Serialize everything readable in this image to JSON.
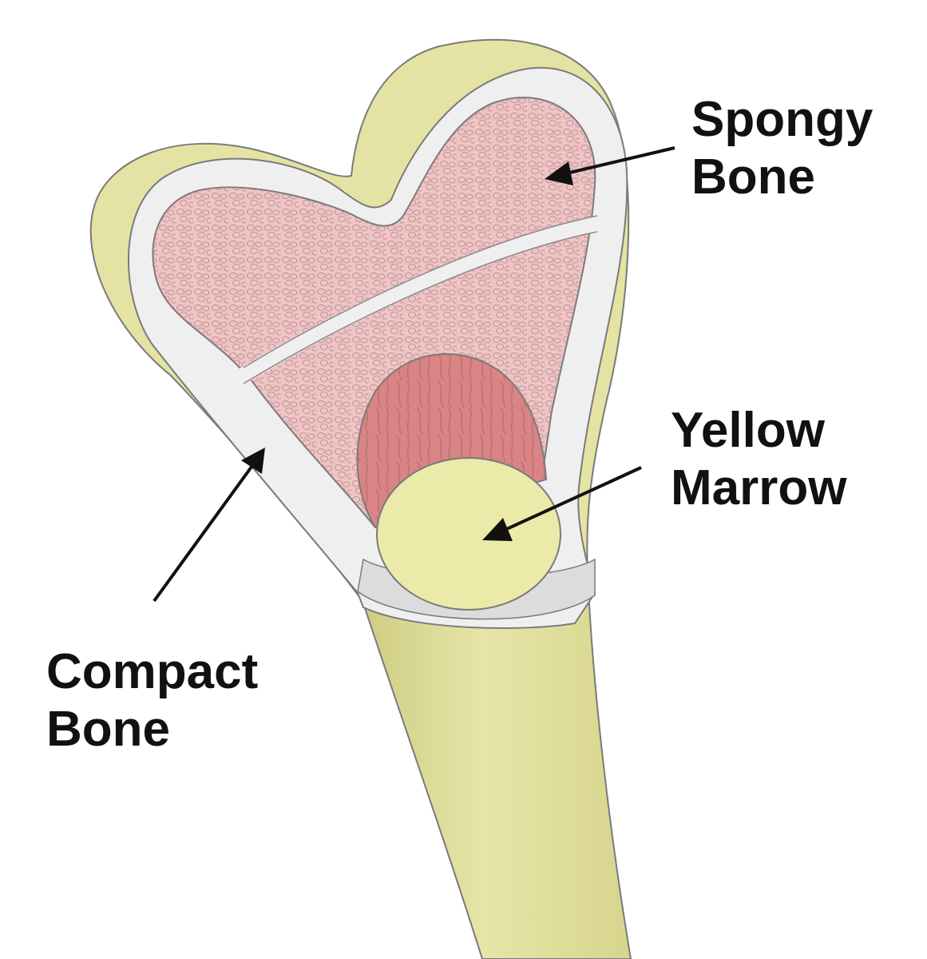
{
  "labels": {
    "spongy_bone": [
      "Spongy",
      "Bone"
    ],
    "yellow_marrow": [
      "Yellow",
      "Marrow"
    ],
    "compact_bone": [
      "Compact",
      "Bone"
    ]
  },
  "colors": {
    "background": "#ffffff",
    "bone_surface": "#e4e3a3",
    "bone_shadow": "#cfcd82",
    "compact_bone": "#efefef",
    "spongy_bone": "#f1c4c4",
    "spongy_texture": "#a07f86",
    "red_marrow": "#d98585",
    "yellow_marrow": "#ebeaa9",
    "outline": "#7a7a7a",
    "arrow": "#111111",
    "text": "#111111"
  }
}
